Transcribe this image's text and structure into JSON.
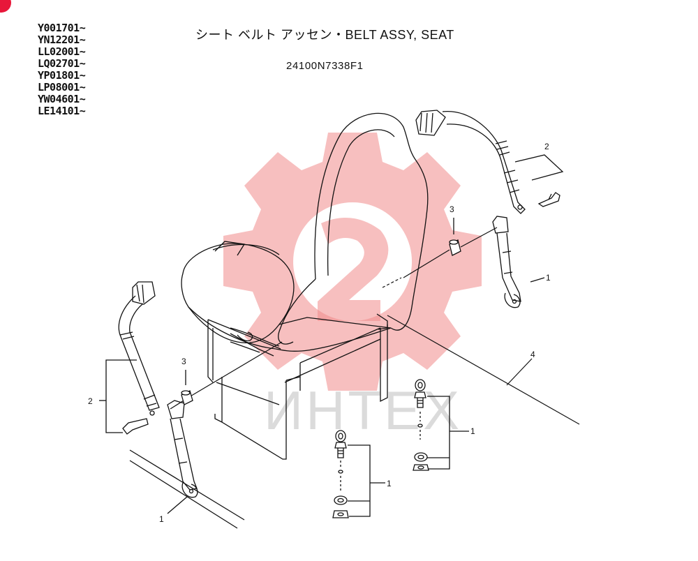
{
  "header": {
    "serials": [
      "Y001701~",
      "YN12201~",
      "LL02001~",
      "LQ02701~",
      "YP01801~",
      "LP08001~",
      "YW04601~",
      "LE14101~"
    ],
    "title": "シート ベルト アッセン・BELT ASSY, SEAT",
    "part_number": "24100N7338F1"
  },
  "watermark": {
    "text": "ИНТЕХ",
    "color": "#f08a8a"
  },
  "callouts": {
    "belt_right_lower": "1",
    "belt_right_upper": "2",
    "spacer_right": "3",
    "spacer_left": "3",
    "belt_left_upper": "2",
    "belt_left_lower": "1",
    "belt_pivot": "4",
    "bolt_set_right": "1",
    "bolt_set_left": "1"
  },
  "accent": "#e8173a"
}
